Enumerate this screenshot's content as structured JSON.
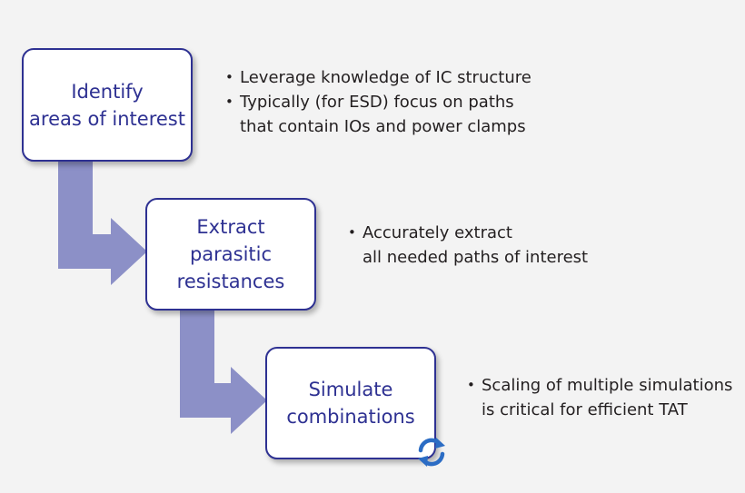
{
  "steps": [
    {
      "lines": [
        "Identify",
        "areas of interest"
      ]
    },
    {
      "lines": [
        "Extract",
        "parasitic",
        "resistances"
      ]
    },
    {
      "lines": [
        "Simulate",
        "combinations"
      ]
    }
  ],
  "bullet_groups": [
    [
      {
        "lines": [
          "Leverage knowledge of IC structure"
        ]
      },
      {
        "lines": [
          "Typically (for ESD) focus on paths",
          "that contain IOs and power clamps"
        ]
      }
    ],
    [
      {
        "lines": [
          "Accurately extract",
          "all needed paths of interest"
        ]
      }
    ],
    [
      {
        "lines": [
          "Scaling of multiple simulations",
          "is critical for efficient TAT"
        ]
      }
    ]
  ],
  "colors": {
    "box_border": "#2e3192",
    "box_text": "#2e3192",
    "arrow": "#8c90c7",
    "cycle_icon": "#2b6cc4"
  },
  "icons": {
    "simulate": "refresh-cycle-icon"
  }
}
